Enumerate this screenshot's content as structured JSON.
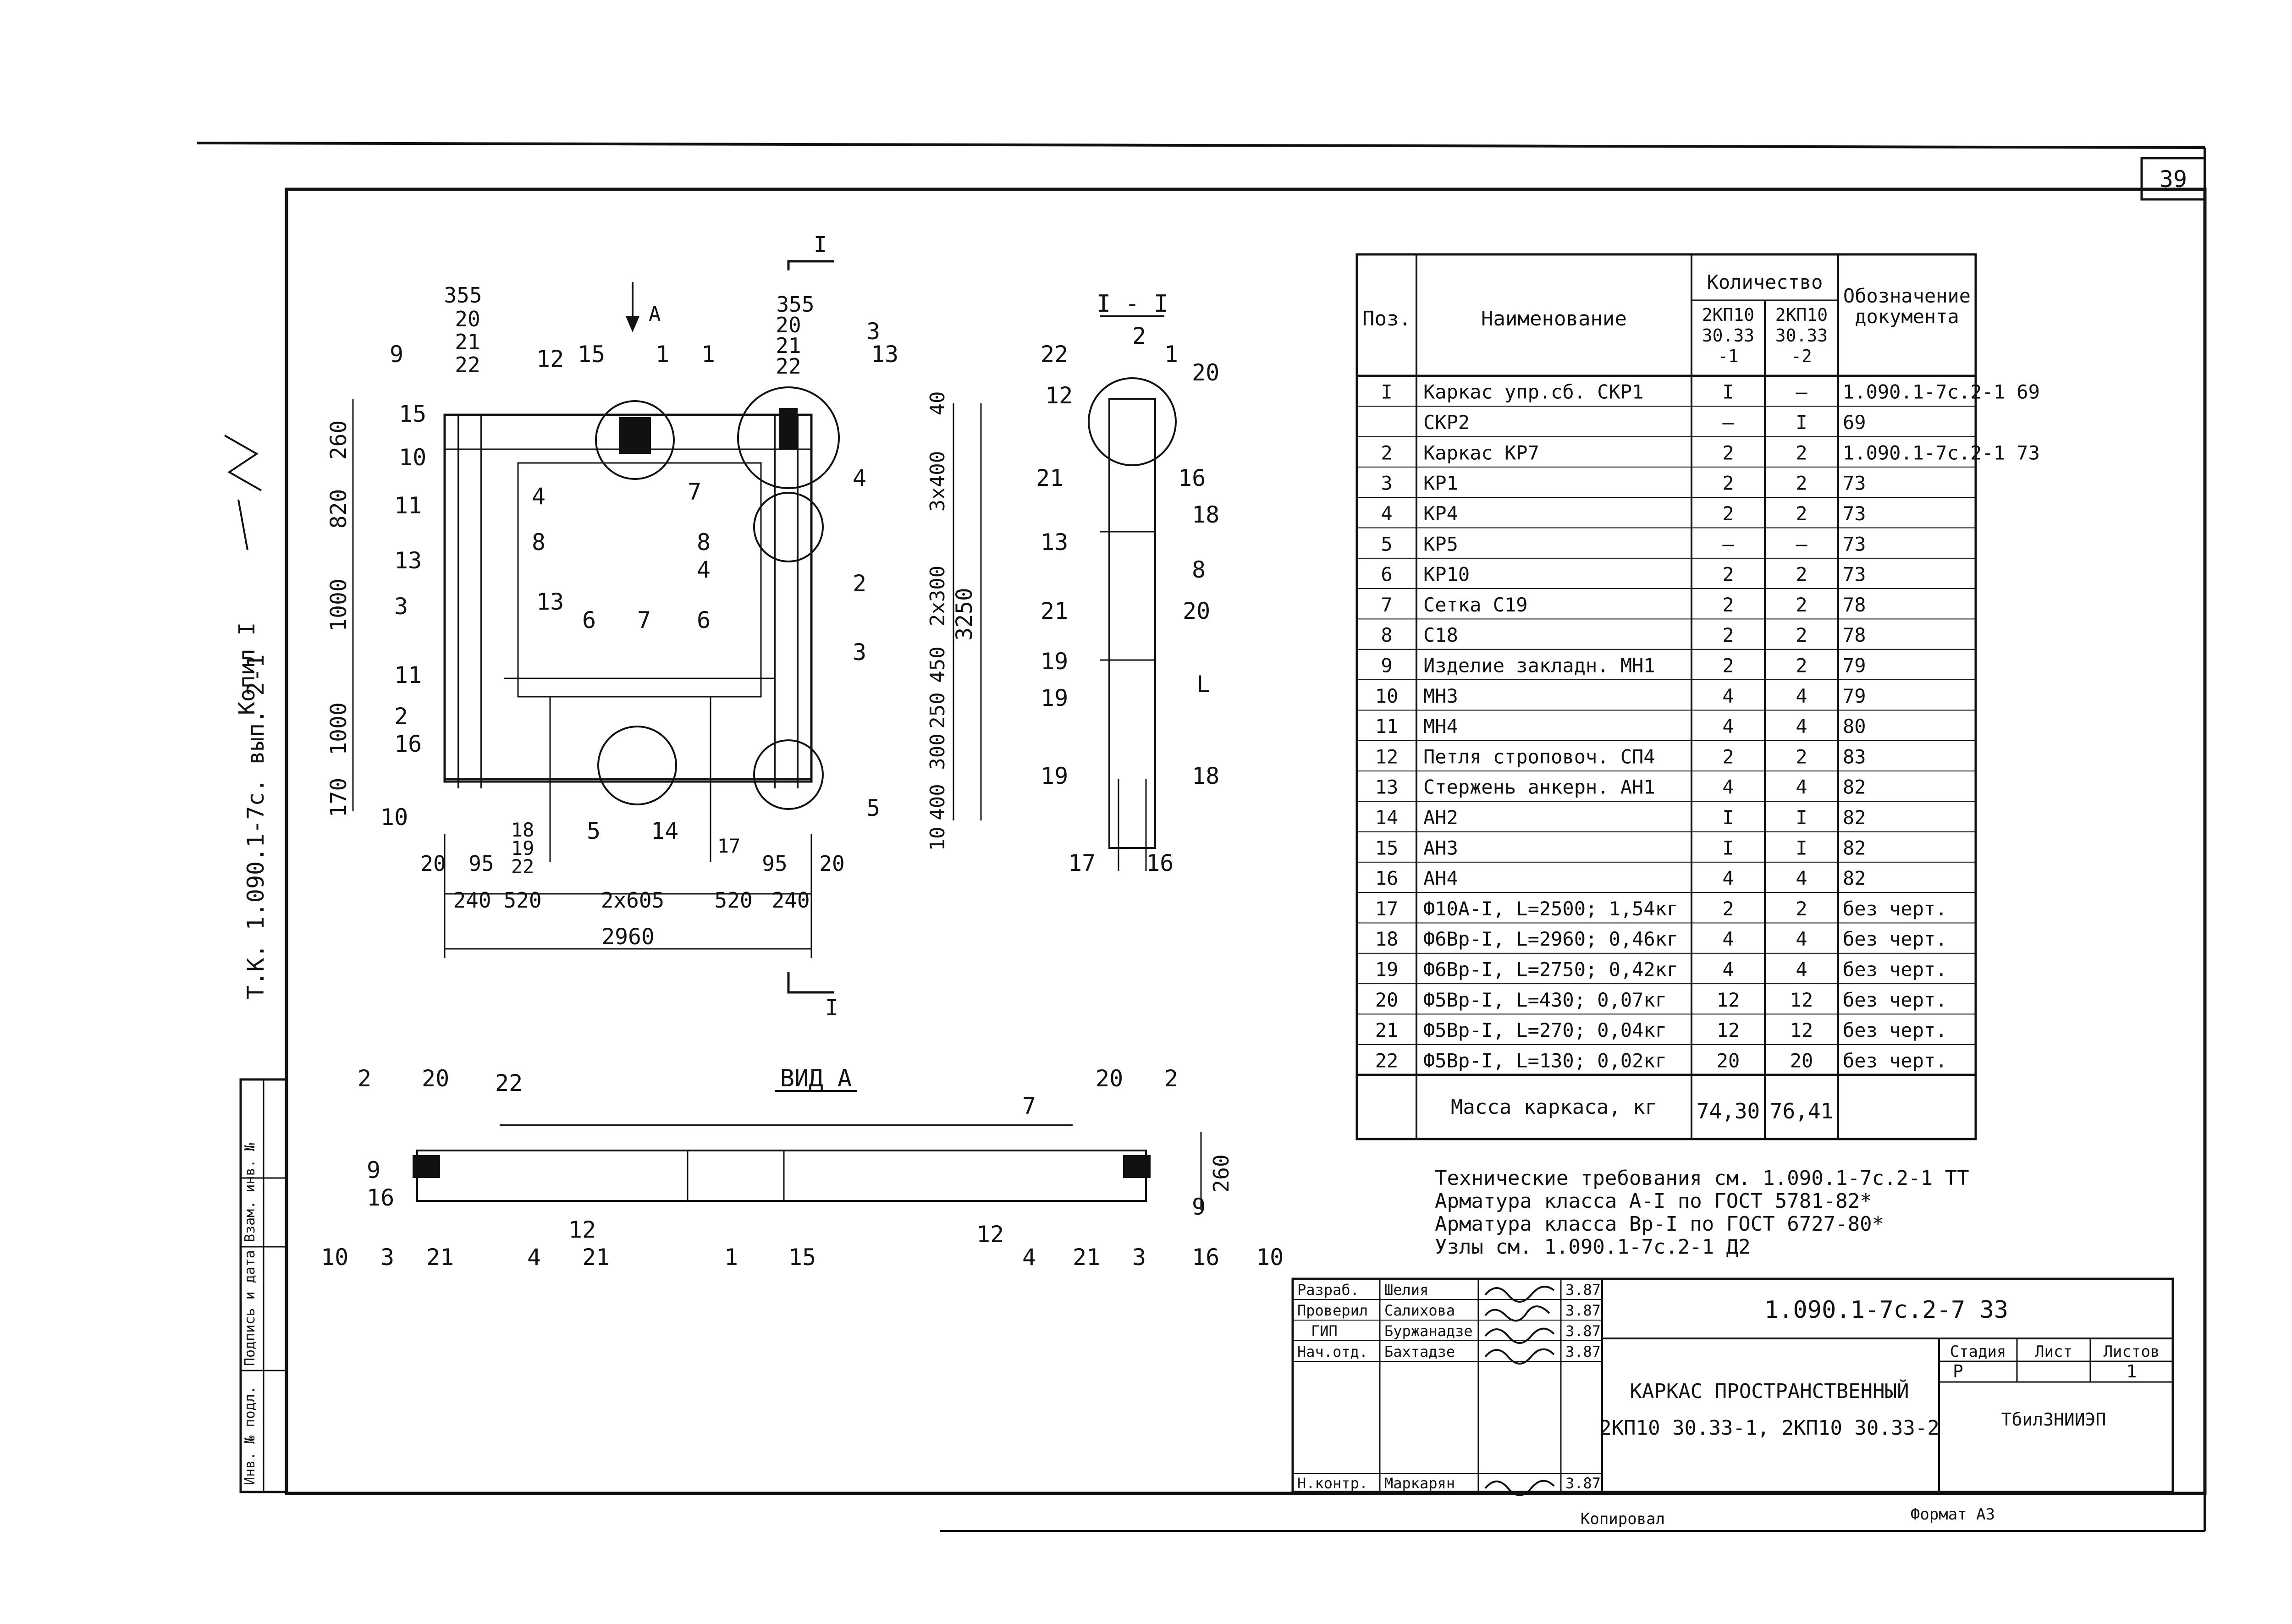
{
  "sheet_number": "39",
  "side_notes": {
    "album_ref": "Т.К. 1.090.1-7с. вып. 2-1",
    "copied": "Копил I"
  },
  "stamp_column_labels": [
    "Инв. № подл.",
    "Подпись и дата",
    "Взам. инв. №"
  ],
  "main_view": {
    "top_dims": [
      "355",
      "20",
      "21",
      "22"
    ],
    "top_dims_right": [
      "355",
      "20",
      "21",
      "22"
    ],
    "left_dims": [
      "260",
      "820",
      "1000",
      "1000",
      "170"
    ],
    "right_dims": [
      "40",
      "3x400",
      "2x300",
      "450",
      "250",
      "300",
      "400",
      "10"
    ],
    "overall_height": "3250",
    "bottom_small_dims": [
      "20",
      "95",
      "18",
      "19",
      "22",
      "17",
      "95",
      "20"
    ],
    "bottom_dims": [
      "240",
      "520",
      "2x605",
      "520",
      "240"
    ],
    "overall_width": "2960",
    "view_arrow": "А",
    "section_marks": [
      "I",
      "I"
    ],
    "callouts": [
      "9",
      "15",
      "10",
      "11",
      "13",
      "3",
      "11",
      "2",
      "16",
      "10",
      "12",
      "15",
      "1",
      "1",
      "7",
      "4",
      "8",
      "13",
      "6",
      "7",
      "6",
      "8",
      "4",
      "14",
      "5",
      "3",
      "13",
      "4",
      "2",
      "3",
      "5"
    ]
  },
  "section_view": {
    "title": "I - I",
    "callouts_left": [
      "22",
      "12",
      "21",
      "13",
      "21",
      "19",
      "19",
      "19",
      "17"
    ],
    "callouts_right": [
      "2",
      "1",
      "20",
      "16",
      "18",
      "8",
      "20",
      "L",
      "18",
      "16"
    ]
  },
  "view_a": {
    "title": "ВИД А",
    "dimension": "260",
    "callouts_left": [
      "2",
      "20",
      "22",
      "9",
      "16",
      "10",
      "3",
      "21",
      "4",
      "12",
      "21"
    ],
    "callouts_right": [
      "20",
      "2",
      "7",
      "12",
      "4",
      "21",
      "3",
      "16",
      "10",
      "9"
    ],
    "callouts_mid": [
      "1",
      "15"
    ]
  },
  "spec_table": {
    "headers": {
      "pos": "Поз.",
      "name": "Наименование",
      "qty": "Количество",
      "col1": [
        "2КП10",
        "30.33",
        "-1"
      ],
      "col2": [
        "2КП10",
        "30.33",
        "-2"
      ],
      "doc": [
        "Обозначение",
        "документа"
      ]
    },
    "rows": [
      {
        "pos": "I",
        "name": "Каркас упр.сб. СКР1",
        "q1": "I",
        "q2": "–",
        "doc": "1.090.1-7с.2-1 69"
      },
      {
        "pos": "",
        "name": "СКР2",
        "q1": "–",
        "q2": "I",
        "doc": "69"
      },
      {
        "pos": "2",
        "name": "Каркас КР7",
        "q1": "2",
        "q2": "2",
        "doc": "1.090.1-7с.2-1 73"
      },
      {
        "pos": "3",
        "name": "КР1",
        "q1": "2",
        "q2": "2",
        "doc": "73"
      },
      {
        "pos": "4",
        "name": "КР4",
        "q1": "2",
        "q2": "2",
        "doc": "73"
      },
      {
        "pos": "5",
        "name": "КР5",
        "q1": "–",
        "q2": "–",
        "doc": "73"
      },
      {
        "pos": "6",
        "name": "КР10",
        "q1": "2",
        "q2": "2",
        "doc": "73"
      },
      {
        "pos": "7",
        "name": "Сетка С19",
        "q1": "2",
        "q2": "2",
        "doc": "78"
      },
      {
        "pos": "8",
        "name": "С18",
        "q1": "2",
        "q2": "2",
        "doc": "78"
      },
      {
        "pos": "9",
        "name": "Изделие закладн. МН1",
        "q1": "2",
        "q2": "2",
        "doc": "79"
      },
      {
        "pos": "10",
        "name": "МН3",
        "q1": "4",
        "q2": "4",
        "doc": "79"
      },
      {
        "pos": "11",
        "name": "МН4",
        "q1": "4",
        "q2": "4",
        "doc": "80"
      },
      {
        "pos": "12",
        "name": "Петля строповоч. СП4",
        "q1": "2",
        "q2": "2",
        "doc": "83"
      },
      {
        "pos": "13",
        "name": "Стержень анкерн. АН1",
        "q1": "4",
        "q2": "4",
        "doc": "82"
      },
      {
        "pos": "14",
        "name": "АН2",
        "q1": "I",
        "q2": "I",
        "doc": "82"
      },
      {
        "pos": "15",
        "name": "АН3",
        "q1": "I",
        "q2": "I",
        "doc": "82"
      },
      {
        "pos": "16",
        "name": "АН4",
        "q1": "4",
        "q2": "4",
        "doc": "82"
      },
      {
        "pos": "17",
        "name": "Ф10А-I, L=2500; 1,54кг",
        "q1": "2",
        "q2": "2",
        "doc": "без черт."
      },
      {
        "pos": "18",
        "name": "Ф6Вр-I, L=2960; 0,46кг",
        "q1": "4",
        "q2": "4",
        "doc": "без черт."
      },
      {
        "pos": "19",
        "name": "Ф6Вр-I, L=2750; 0,42кг",
        "q1": "4",
        "q2": "4",
        "doc": "без черт."
      },
      {
        "pos": "20",
        "name": "Ф5Вр-I, L=430; 0,07кг",
        "q1": "12",
        "q2": "12",
        "doc": "без черт."
      },
      {
        "pos": "21",
        "name": "Ф5Вр-I, L=270; 0,04кг",
        "q1": "12",
        "q2": "12",
        "doc": "без черт."
      },
      {
        "pos": "22",
        "name": "Ф5Вр-I, L=130; 0,02кг",
        "q1": "20",
        "q2": "20",
        "doc": "без черт."
      }
    ],
    "mass_label": "Масса каркаса, кг",
    "mass_1": "74,30",
    "mass_2": "76,41"
  },
  "notes": [
    "Технические требования см. 1.090.1-7с.2-1 ТТ",
    "Арматура класса А-I по ГОСТ 5781-82*",
    "Арматура класса Вр-I по ГОСТ 6727-80*",
    "Узлы см. 1.090.1-7с.2-1 Д2"
  ],
  "title_block": {
    "roles": [
      "Разраб.",
      "Проверил",
      "ГИП",
      "Нач.отд.",
      "Н.контр."
    ],
    "names": [
      "Шелия",
      "Салихова",
      "Буржанадзе",
      "Бахтадзе",
      "Маркарян"
    ],
    "dates": [
      "3.87",
      "3.87",
      "3.87",
      "3.87",
      "3.87"
    ],
    "doc_code": "1.090.1-7с.2-7 33",
    "title_line1": "КАРКАС ПРОСТРАНСТВЕННЫЙ",
    "title_line2": "2КП10 30.33-1, 2КП10 30.33-2",
    "stage_label": "Стадия",
    "sheet_label": "Лист",
    "sheets_label": "Листов",
    "stage_value": "Р",
    "sheets_value": "1",
    "organization": "ТбилЗНИИЭП"
  },
  "footer": {
    "copied": "Копировал",
    "format": "Формат А3"
  }
}
